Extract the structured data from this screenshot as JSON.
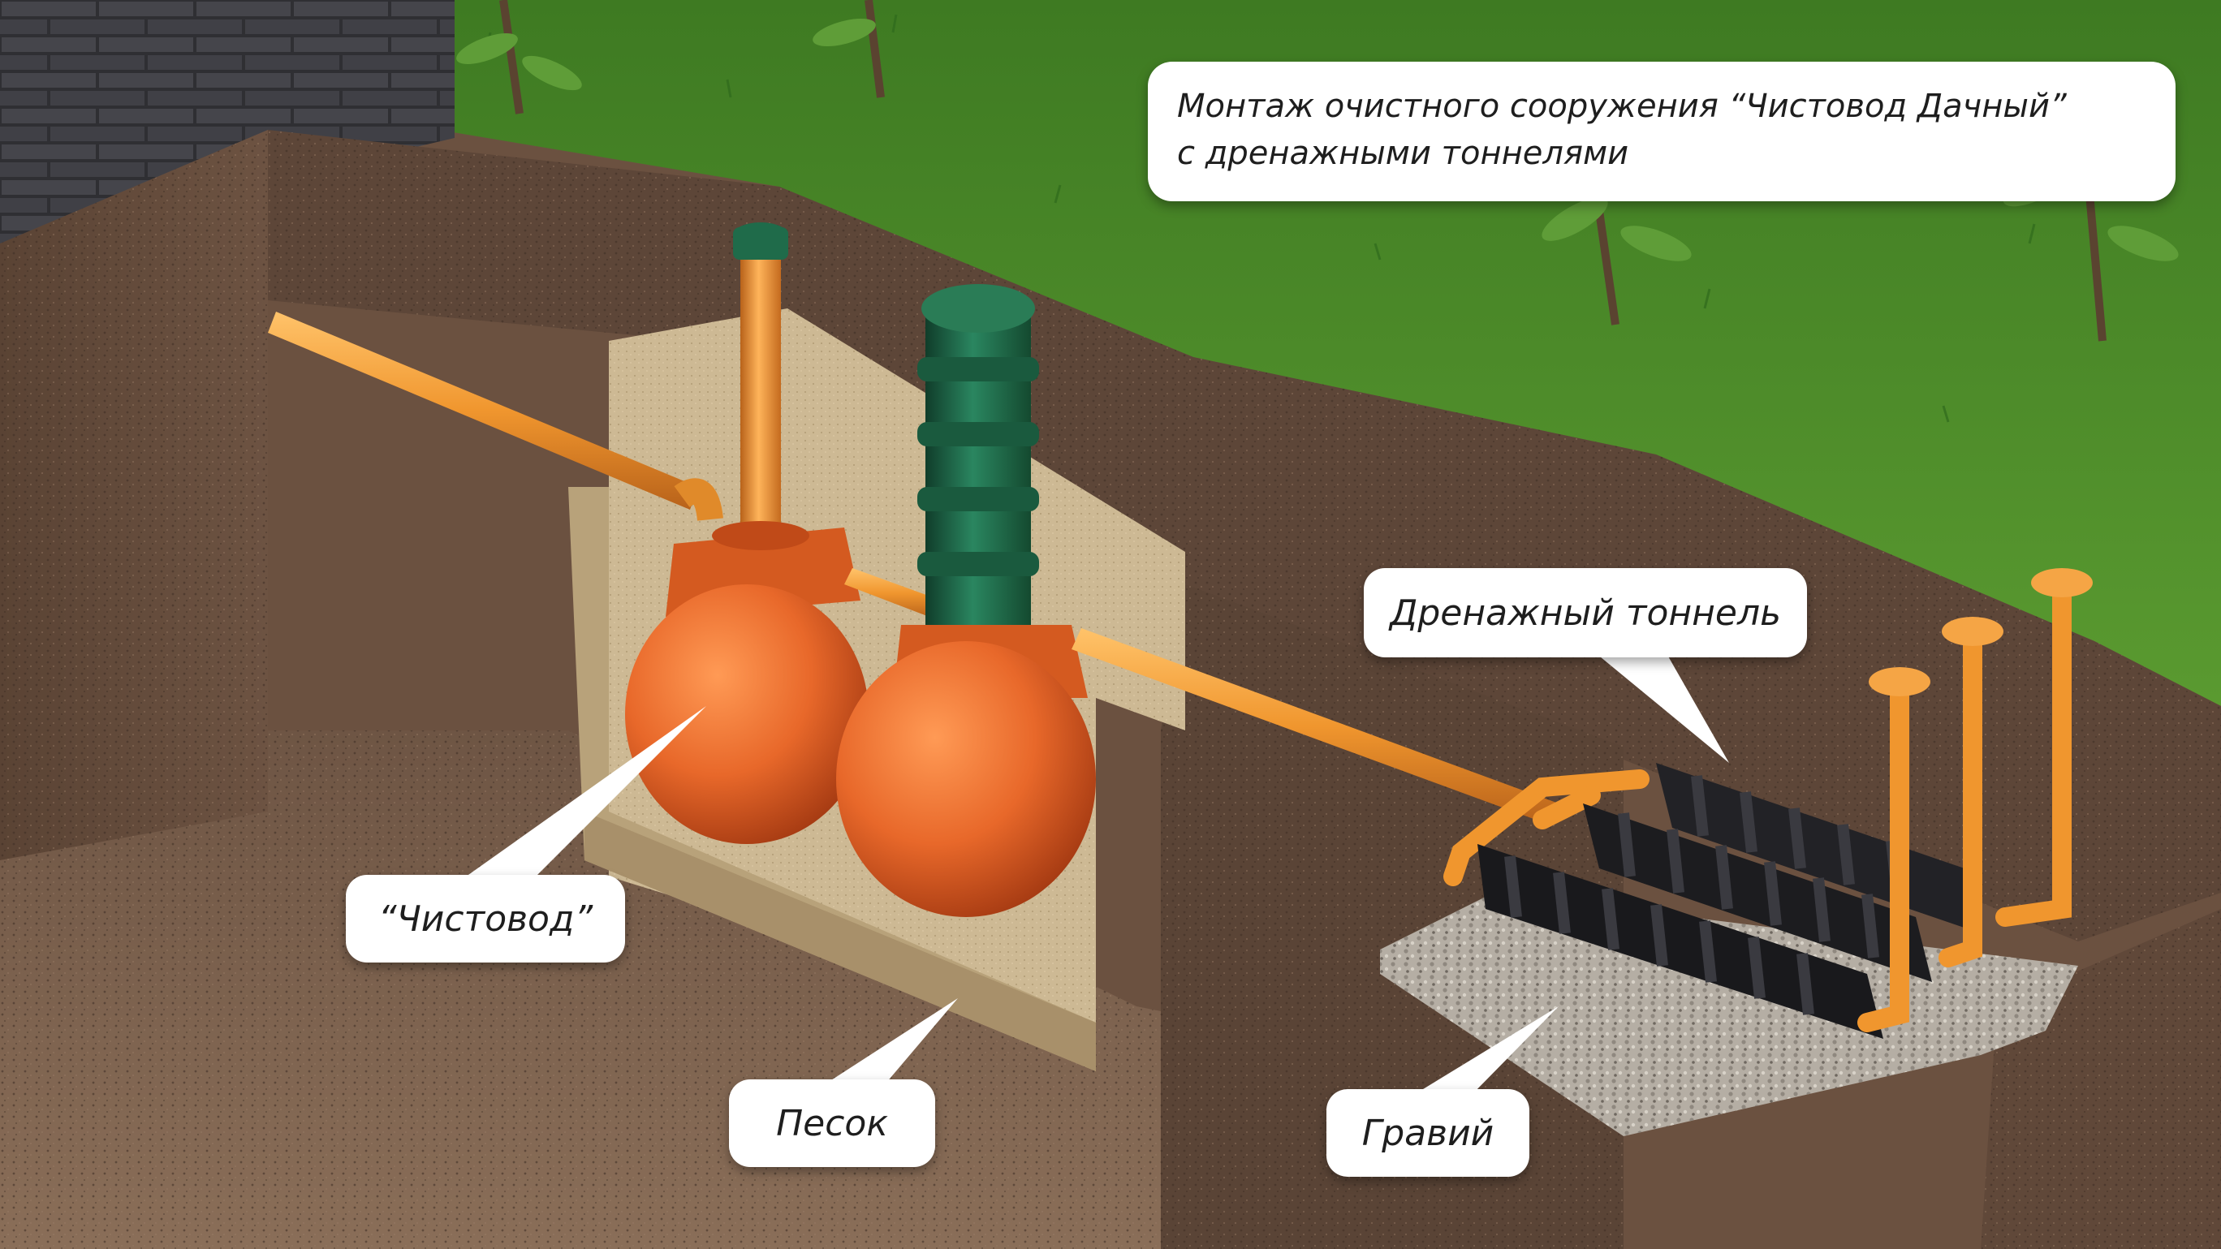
{
  "title": {
    "line1": "Монтаж очистного сооружения “Чистовод Дачный”",
    "line2": "с дренажными тоннелями"
  },
  "labels": {
    "chistovod": "“Чистовод”",
    "sand": "Песок",
    "drain_tunnel": "Дренажный тоннель",
    "gravel": "Гравий"
  },
  "colors": {
    "soil": "#6b5140",
    "soil_dark": "#4d3a2e",
    "grass": "#4f8a2a",
    "sand": "#c9b48e",
    "tank_orange": "#e8682a",
    "pipe_orange": "#f0962e",
    "riser_green": "#1f6b4a",
    "tunnel_black": "#1c1c1e",
    "gravel": "#b9b3aa",
    "brick": "#3b3b3f"
  }
}
